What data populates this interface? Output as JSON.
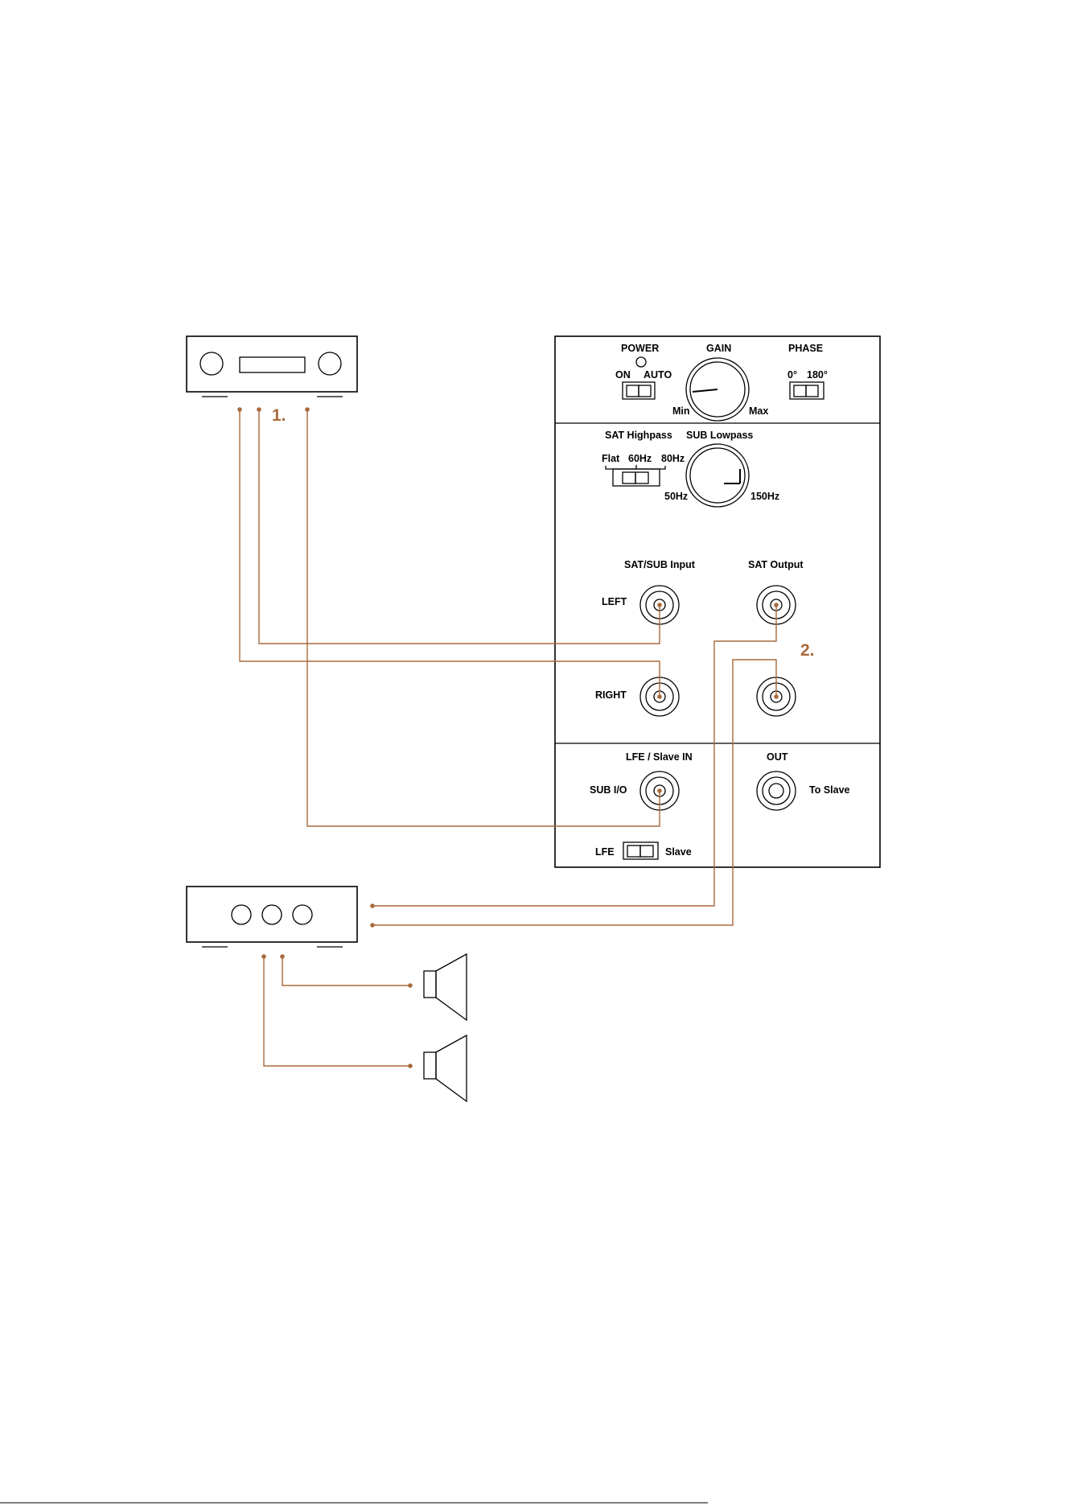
{
  "colors": {
    "wire": "#a86a3c",
    "line": "#000000",
    "background": "#ffffff"
  },
  "components": {
    "source": {
      "name": "source-amplifier"
    },
    "sat_amp": {
      "name": "satellite-amplifier"
    },
    "speakers": [
      "speaker-1",
      "speaker-2"
    ]
  },
  "steps": {
    "one": "1.",
    "two": "2."
  },
  "panel": {
    "power": {
      "title": "POWER",
      "on": "ON",
      "auto": "AUTO"
    },
    "gain": {
      "title": "GAIN",
      "min": "Min",
      "max": "Max"
    },
    "phase": {
      "title": "PHASE",
      "deg0": "0°",
      "deg180": "180°"
    },
    "filter": {
      "sat_highpass": "SAT Highpass",
      "sub_lowpass": "SUB Lowpass",
      "flat": "Flat",
      "hz60": "60Hz",
      "hz80": "80Hz",
      "hz50": "50Hz",
      "hz150": "150Hz"
    },
    "inputs": {
      "title": "SAT/SUB Input",
      "left": "LEFT",
      "right": "RIGHT",
      "sat_output": "SAT Output"
    },
    "lfe": {
      "title": "LFE / Slave IN",
      "sub_io": "SUB I/O",
      "out": "OUT",
      "to_slave": "To Slave",
      "lfe": "LFE",
      "slave": "Slave"
    }
  }
}
